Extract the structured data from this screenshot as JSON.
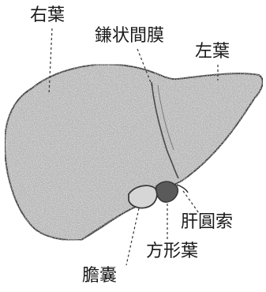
{
  "labels": {
    "right_lobe": "右葉",
    "falciform_ligament": "鎌状間膜",
    "left_lobe": "左葉",
    "round_ligament": "肝圓索",
    "quadrate_lobe": "方形葉",
    "gallbladder": "膽囊"
  },
  "colors": {
    "liver_fill": "#b9b9b9",
    "liver_outline": "#3a3a3a",
    "gallbladder_fill": "#d6d6d6",
    "dark_region": "#5a5a5a",
    "leader_line": "#333333",
    "text": "#1a1a1a"
  }
}
